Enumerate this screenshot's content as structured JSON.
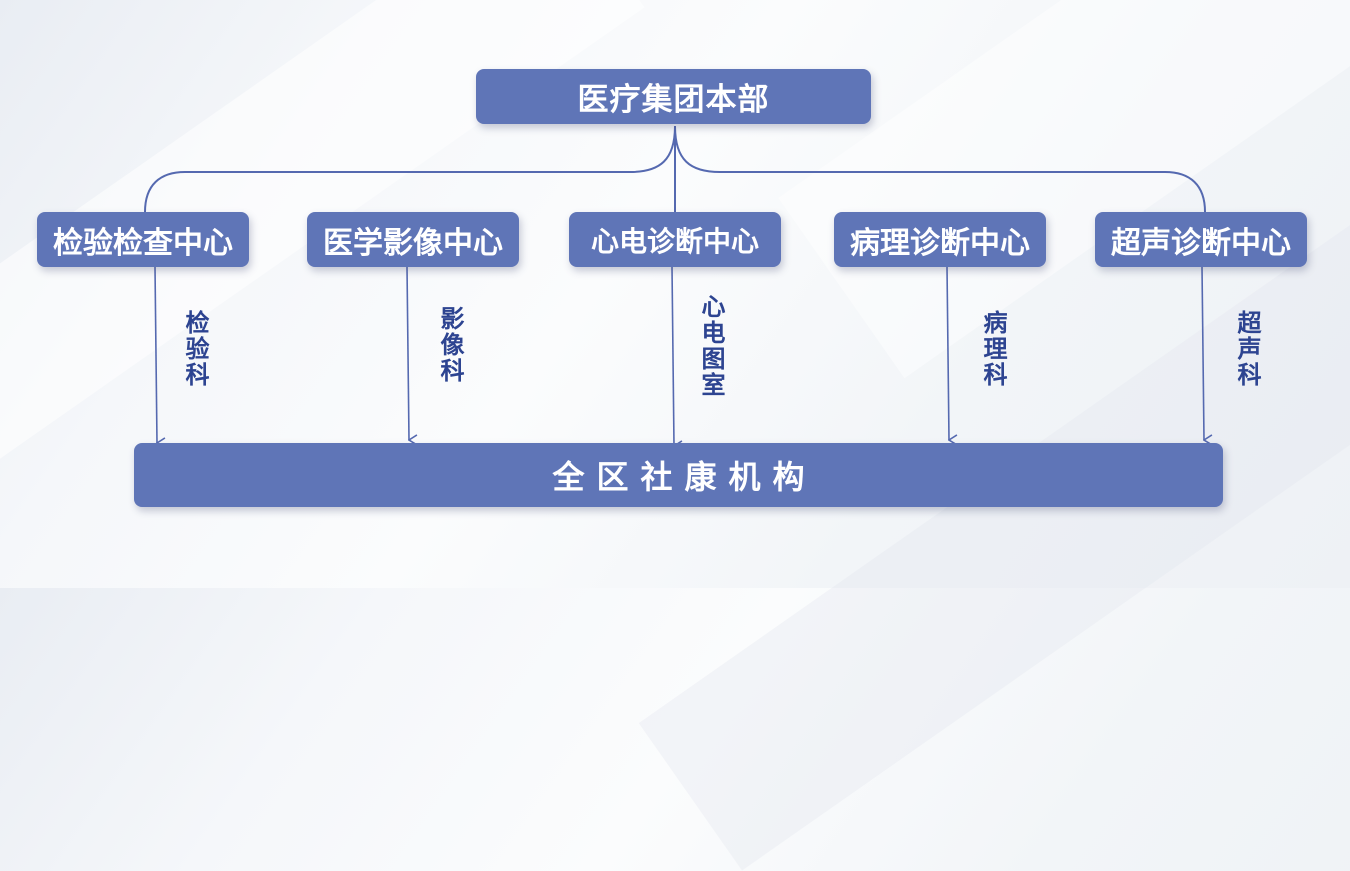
{
  "headquarters": {
    "label": "医疗集团本部"
  },
  "centers": [
    {
      "label": "检验检查中心",
      "dept": "检验科"
    },
    {
      "label": "医学影像中心",
      "dept": "影像科"
    },
    {
      "label": "心电诊断中心",
      "dept": "心电图室"
    },
    {
      "label": "病理诊断中心",
      "dept": "病理科"
    },
    {
      "label": "超声诊断中心",
      "dept": "超声科"
    }
  ],
  "destination": {
    "label": "全区社康机构"
  },
  "colors": {
    "box": "#5f75b7",
    "line": "#5569b0",
    "dept_text": "#2d4491",
    "box_text": "#ffffff"
  }
}
